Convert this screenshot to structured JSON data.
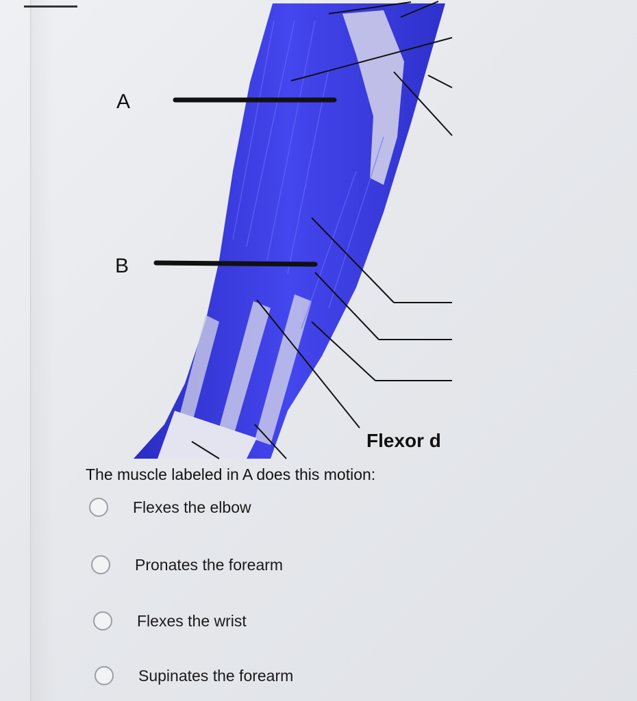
{
  "figure": {
    "label_a": "A",
    "label_b": "B",
    "flexor_label": "Flexor d"
  },
  "quiz": {
    "question": "The muscle labeled in A does this motion:",
    "options": [
      {
        "label": "Flexes the elbow"
      },
      {
        "label": "Pronates the forearm"
      },
      {
        "label": "Flexes the wrist"
      },
      {
        "label": "Supinates the forearm"
      }
    ]
  },
  "colors": {
    "muscle": "#3d3fe0",
    "muscle_dark": "#2326b8",
    "tendon": "#d9d9e8",
    "background": "#e9ebef"
  }
}
